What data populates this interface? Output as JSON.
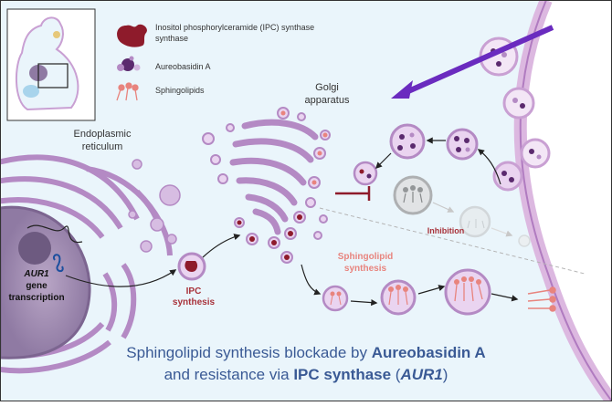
{
  "legend": {
    "ipc_synthase": "Inositol phosphorylceramide (IPC) synthase",
    "aureobasidin": "Aureobasidin A",
    "sphingolipids": "Sphingolipids"
  },
  "labels": {
    "golgi_line1": "Golgi",
    "golgi_line2": "apparatus",
    "er_line1": "Endoplasmic",
    "er_line2": "reticulum",
    "aur1_gene": "AUR1",
    "gene_line2": "gene",
    "gene_line3": "transcription",
    "ipc_line1": "IPC",
    "ipc_line2": "synthesis",
    "inhibition": "Inhibition",
    "sphingo_line1": "Sphingolipid",
    "sphingo_line2": "synthesis"
  },
  "caption": {
    "line1_pre": "Sphingolipid synthesis blockade by ",
    "line1_bold": "Aureobasidin A",
    "line2_pre": "and resistance via ",
    "line2_bold": "IPC synthase",
    "line2_mid": " (",
    "line2_ital": "AUR1",
    "line2_post": ")"
  },
  "colors": {
    "ipc": "#8e1b2b",
    "aureo": "#5b2a6e",
    "sphingo": "#e8847e",
    "membrane": "#c9a0d3",
    "golgi": "#b48ac4",
    "cytoplasm": "#eaf5fb",
    "arrow_purple": "#6a2bbf",
    "label_red": "#a8323a",
    "caption_blue": "#3a5a95"
  }
}
